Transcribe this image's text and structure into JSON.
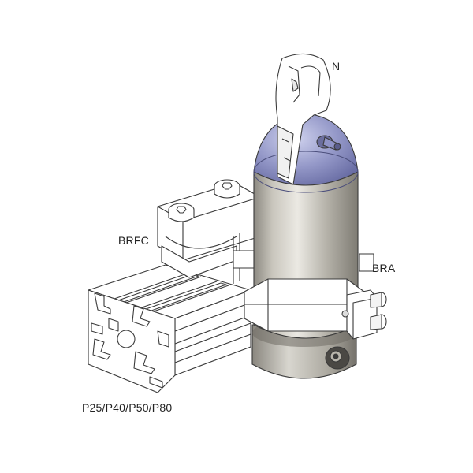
{
  "labels": {
    "nozzle": "N",
    "clamp": "BRFC",
    "bracket": "BRA",
    "profiles": "P25/P40/P50/P80"
  },
  "colors": {
    "line": "#3a3a3a",
    "metal_light": "#e4e2dc",
    "metal_mid": "#b9b6ad",
    "metal_dark": "#8f8c84",
    "top_face": "#7b7fb8",
    "white_part": "#ffffff"
  }
}
